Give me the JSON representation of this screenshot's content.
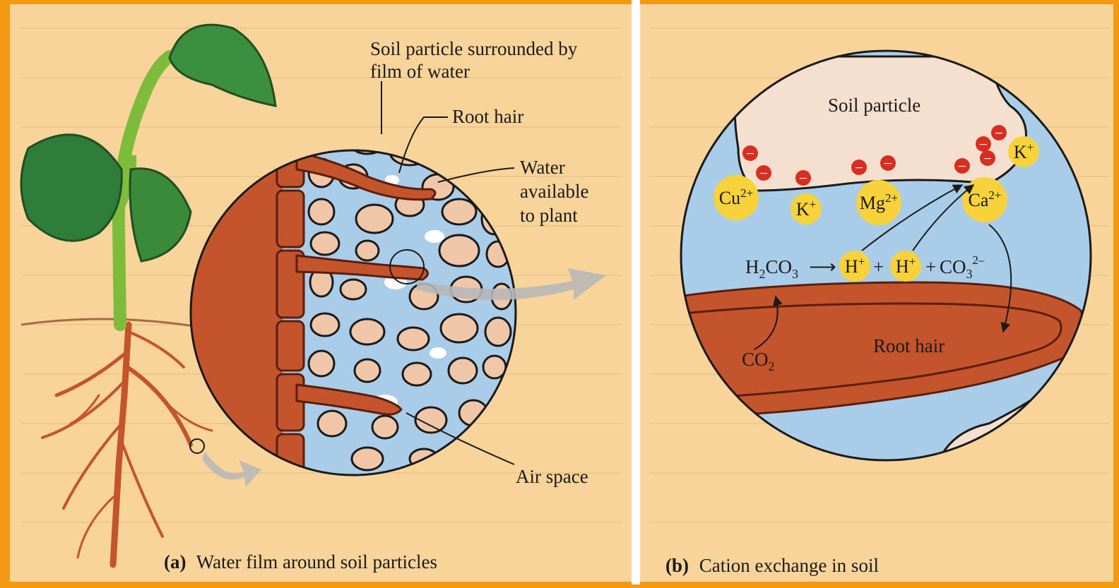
{
  "panel_a": {
    "caption_letter": "(a)",
    "caption_text": "Water film around soil particles",
    "labels": {
      "soil_particle_line1": "Soil particle surrounded by",
      "soil_particle_line2": "film of water",
      "root_hair": "Root hair",
      "water_line1": "Water",
      "water_line2": "available",
      "water_line3": "to plant",
      "air_space": "Air space"
    }
  },
  "panel_b": {
    "caption_letter": "(b)",
    "caption_text": "Cation exchange in soil",
    "labels": {
      "soil_particle": "Soil particle",
      "root_hair": "Root hair"
    },
    "ions": {
      "cu": "Cu",
      "cu_charge": "2+",
      "k1": "K",
      "k1_charge": "+",
      "mg": "Mg",
      "mg_charge": "2+",
      "ca": "Ca",
      "ca_charge": "2+",
      "k2": "K",
      "k2_charge": "+",
      "h1": "H",
      "h1_charge": "+",
      "h2": "H",
      "h2_charge": "+"
    },
    "equation": {
      "h2co3_h": "H",
      "h2co3_sub": "2",
      "h2co3_rest": "CO",
      "h2co3_sub2": "3",
      "arrow": "⟶",
      "plus1": "+",
      "plus2": "+",
      "co3": "CO",
      "co3_sub": "3",
      "co3_charge": "2–"
    },
    "co2": {
      "base": "CO",
      "sub": "2"
    },
    "negative_sign": "−"
  },
  "colors": {
    "frame": "#f39a12",
    "paper": "#f8d49a",
    "root": "#c4542c",
    "root_dark": "#8b3315",
    "water": "#a9cde8",
    "particle": "#f0c6a8",
    "ion_yellow": "#f7d23a",
    "negative": "#d92d22",
    "leaf": "#2f7d3a",
    "stem": "#7dbb3a"
  }
}
